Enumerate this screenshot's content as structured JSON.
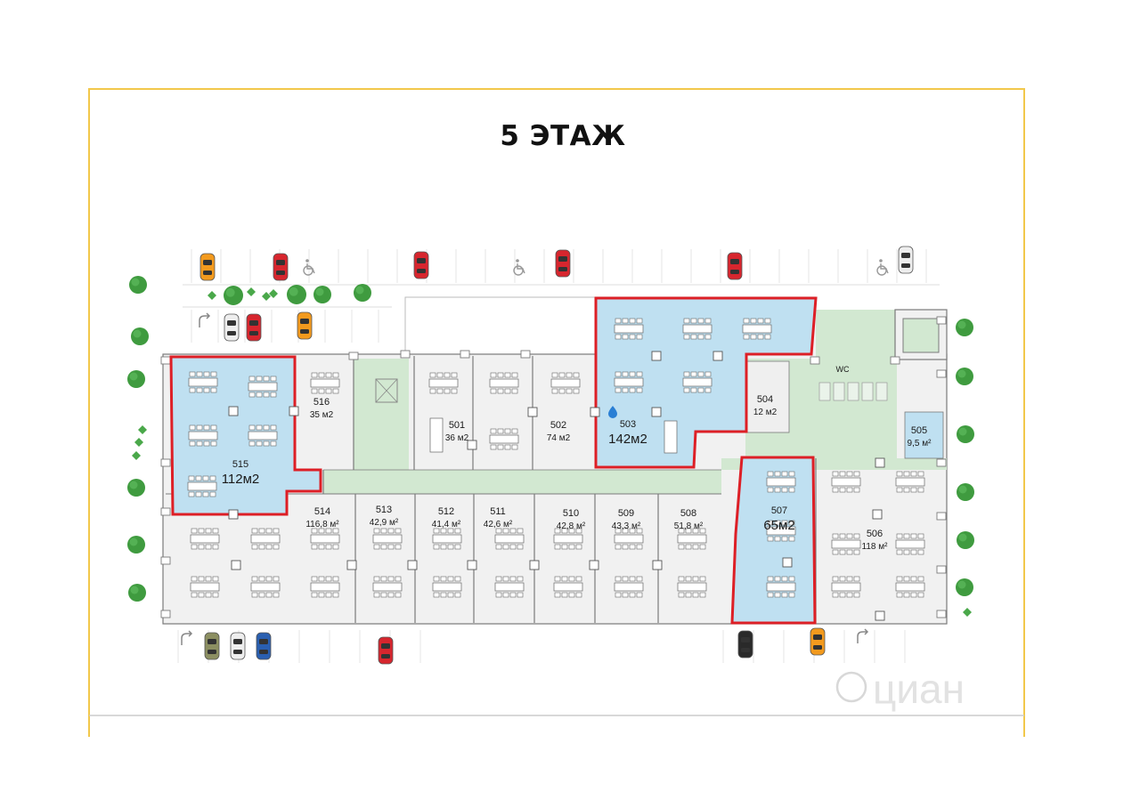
{
  "title": "5 ЭТАЖ",
  "watermark": "циан",
  "colors": {
    "frame": "#f2c84b",
    "floor_bg": "#f1f1f1",
    "highlight_fill": "#bfe0f1",
    "highlight_stroke": "#dd1f26",
    "corridor": "#d2e8d1",
    "wall": "#7a7a7a",
    "tree": "#3f9b3f",
    "text": "#1a1a1a"
  },
  "rooms": [
    {
      "id": "515",
      "number": "515",
      "area": "112м2",
      "highlighted": true
    },
    {
      "id": "516",
      "number": "516",
      "area": "35 м2",
      "highlighted": false
    },
    {
      "id": "501",
      "number": "501",
      "area": "36 м2",
      "highlighted": false
    },
    {
      "id": "502",
      "number": "502",
      "area": "74 м2",
      "highlighted": false
    },
    {
      "id": "503",
      "number": "503",
      "area": "142м2",
      "highlighted": true
    },
    {
      "id": "504",
      "number": "504",
      "area": "12 м2",
      "highlighted": false
    },
    {
      "id": "505",
      "number": "505",
      "area": "9,5 м²",
      "highlighted": false
    },
    {
      "id": "506",
      "number": "506",
      "area": "118 м²",
      "highlighted": false
    },
    {
      "id": "507",
      "number": "507",
      "area": "65м2",
      "highlighted": true
    },
    {
      "id": "508",
      "number": "508",
      "area": "51,8 м²",
      "highlighted": false
    },
    {
      "id": "509",
      "number": "509",
      "area": "43,3 м²",
      "highlighted": false
    },
    {
      "id": "510",
      "number": "510",
      "area": "42,8 м²",
      "highlighted": false
    },
    {
      "id": "511",
      "number": "511",
      "area": "42,6 м²",
      "highlighted": false
    },
    {
      "id": "512",
      "number": "512",
      "area": "41,4 м²",
      "highlighted": false
    },
    {
      "id": "513",
      "number": "513",
      "area": "42,9 м²",
      "highlighted": false
    },
    {
      "id": "514",
      "number": "514",
      "area": "116,8 м²",
      "highlighted": false
    }
  ],
  "labels": {
    "wc": "WC"
  },
  "car_colors": {
    "orange": "#f39a1e",
    "red": "#d7262e",
    "white": "#eeeeee",
    "gray": "#9a9a9a",
    "blue": "#2a5fb0",
    "olive": "#8c8f62",
    "black": "#2a2a2a"
  },
  "icons": [
    "car-icon",
    "wheelchair-icon",
    "tree-icon",
    "turn-arrow-icon",
    "water-drop-icon"
  ]
}
